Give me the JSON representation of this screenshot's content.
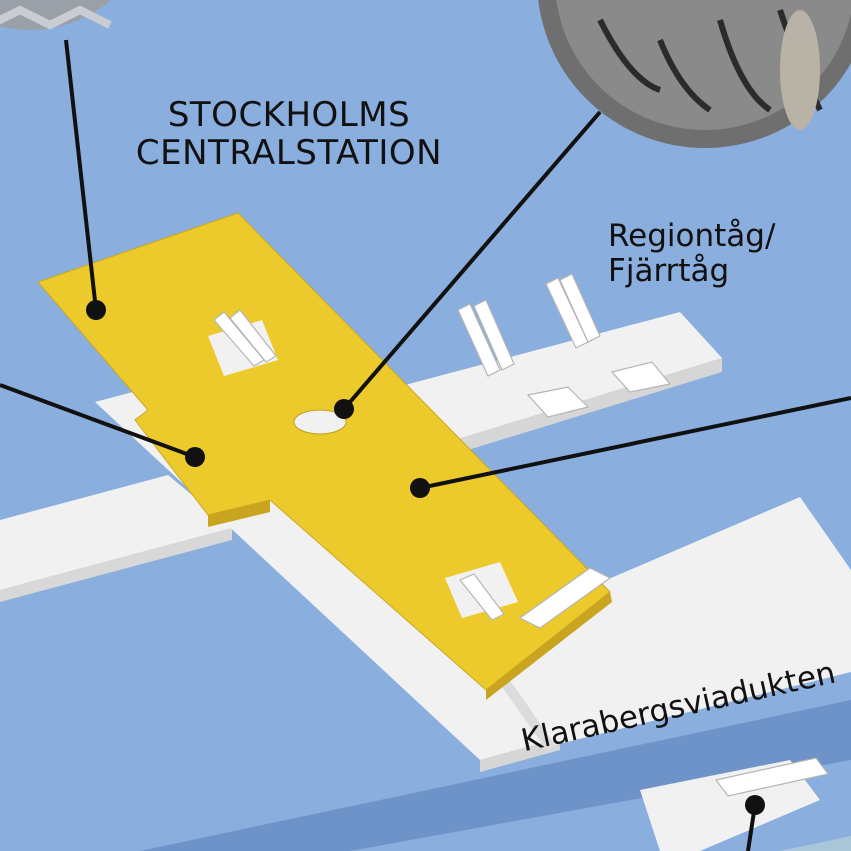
{
  "labels": {
    "station_title_line1": "STOCKHOLMS",
    "station_title_line2": "CENTRALSTATION",
    "train_type_line1": "Regiontåg/",
    "train_type_line2": "Fjärrtåg",
    "viaduct": "Klarabergsviadukten"
  },
  "colors": {
    "background": "#8aaedd",
    "platform_yellow": "#ecca2c",
    "platform_white": "#f1f1f1",
    "street_band": "#6d93c9",
    "leader_line": "#111111"
  },
  "icons": [
    "escalator-icon",
    "staircase-icon",
    "callout-photo-circle",
    "callout-dot"
  ]
}
